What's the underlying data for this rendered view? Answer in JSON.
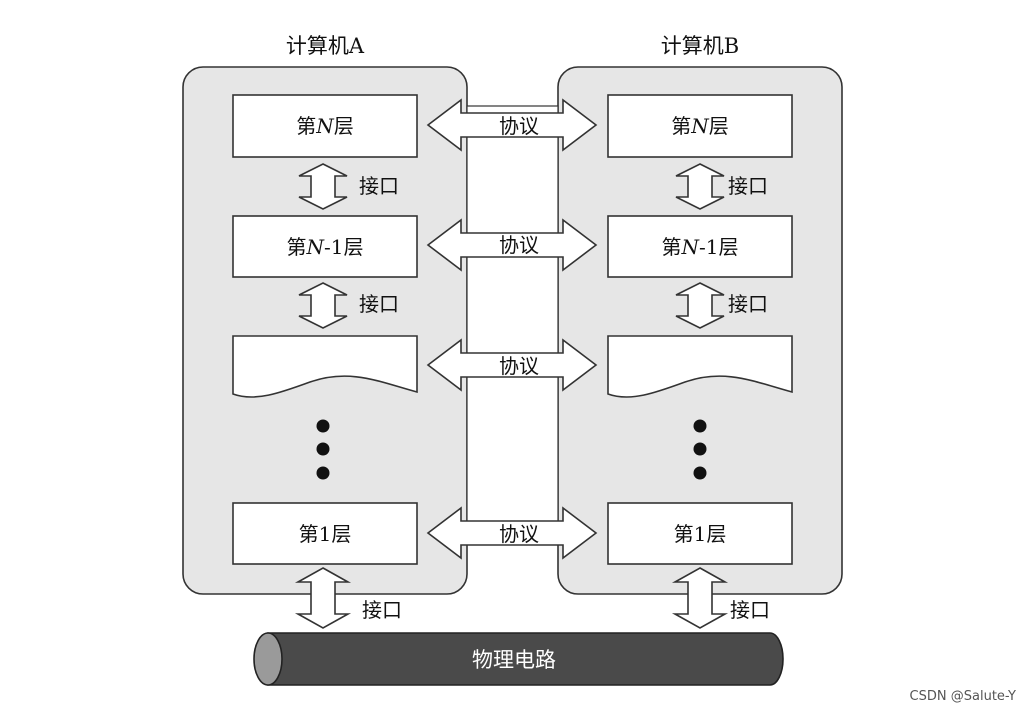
{
  "computer_a": {
    "title": "计算机A",
    "layers": {
      "top": {
        "prefix": "第",
        "n": "N",
        "suffix": "层"
      },
      "second": {
        "prefix": "第",
        "n": "N",
        "minus": "-1",
        "suffix": "层"
      },
      "bottom": "第1层"
    },
    "interfaces": [
      "接口",
      "接口"
    ]
  },
  "computer_b": {
    "title": "计算机B",
    "layers": {
      "top": {
        "prefix": "第",
        "n": "N",
        "suffix": "层"
      },
      "second": {
        "prefix": "第",
        "n": "N",
        "minus": "-1",
        "suffix": "层"
      },
      "bottom": "第1层"
    },
    "interfaces": [
      "接口",
      "接口"
    ]
  },
  "protocols": [
    "协议",
    "协议",
    "协议",
    "协议"
  ],
  "physical": {
    "label": "物理电路",
    "interface_a": "接口",
    "interface_b": "接口"
  },
  "watermark": "CSDN @Salute-Y",
  "colors": {
    "panel": "#e6e6e6",
    "box": "#ffffff",
    "stroke": "#333333",
    "cable": "#4a4a4a",
    "cable_end": "#9a9a9a"
  }
}
